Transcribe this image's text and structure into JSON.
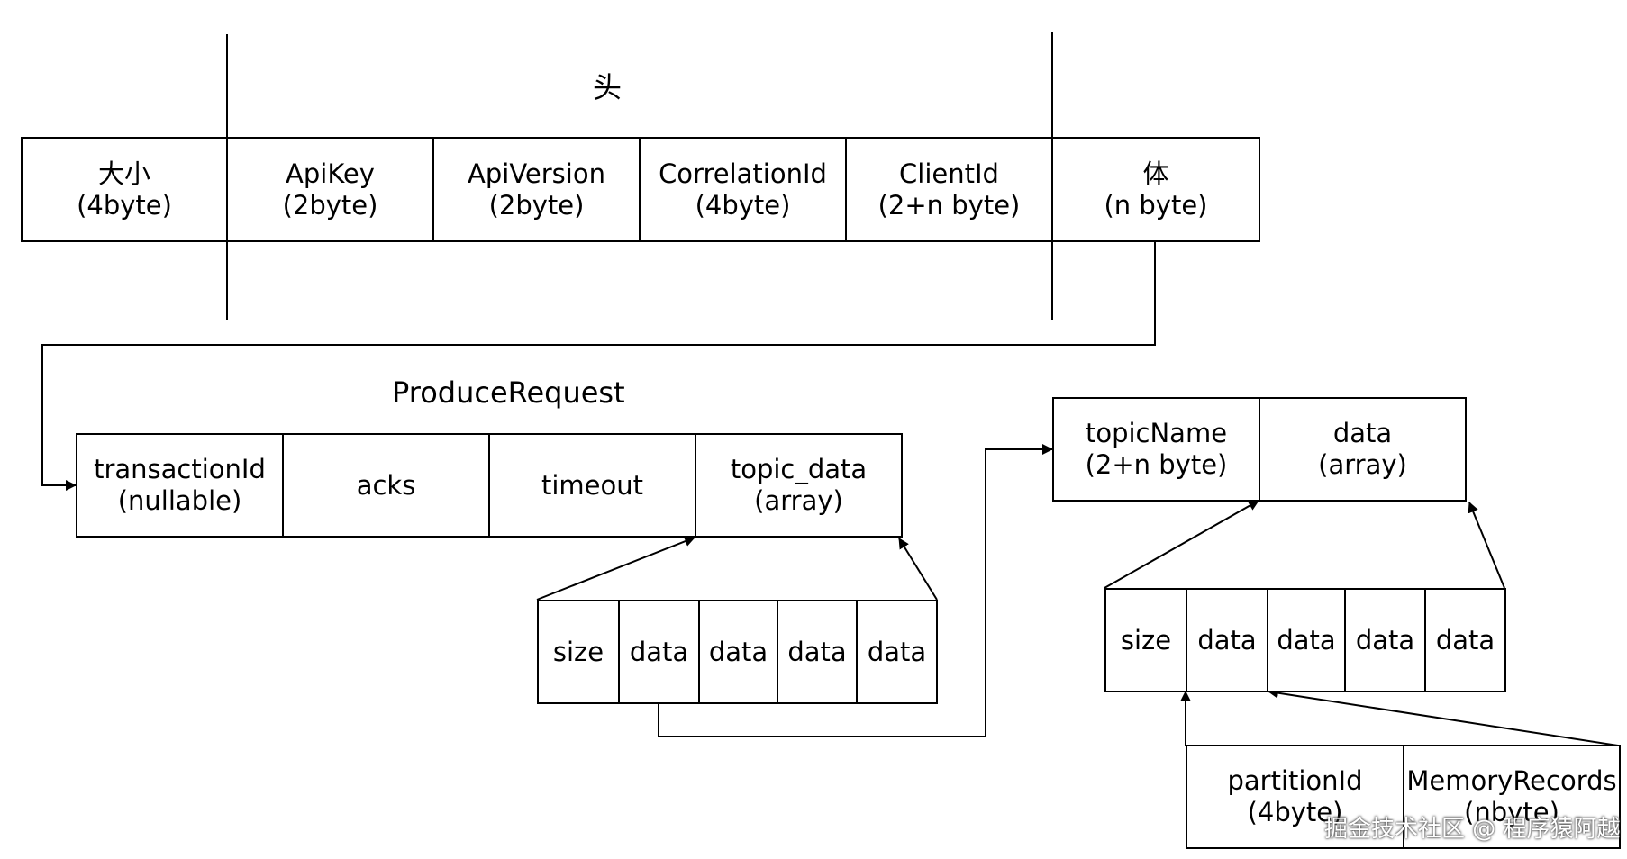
{
  "header": {
    "label": "头",
    "cells": [
      {
        "line1": "大小",
        "line2": "(4byte)"
      },
      {
        "line1": "ApiKey",
        "line2": "(2byte)"
      },
      {
        "line1": "ApiVersion",
        "line2": "(2byte)"
      },
      {
        "line1": "CorrelationId",
        "line2": "(4byte)"
      },
      {
        "line1": "ClientId",
        "line2": "(2+n byte)"
      },
      {
        "line1": "体",
        "line2": "(n byte)"
      }
    ]
  },
  "produce_request": {
    "title": "ProduceRequest",
    "cells": [
      {
        "line1": "transactionId",
        "line2": "(nullable)"
      },
      {
        "line1": "acks",
        "line2": ""
      },
      {
        "line1": "timeout",
        "line2": ""
      },
      {
        "line1": "topic_data",
        "line2": "(array)"
      }
    ]
  },
  "topic_array": [
    "size",
    "data",
    "data",
    "data",
    "data"
  ],
  "topic_entry": {
    "cells": [
      {
        "line1": "topicName",
        "line2": "(2+n byte)"
      },
      {
        "line1": "data",
        "line2": "(array)"
      }
    ]
  },
  "partition_array": [
    "size",
    "data",
    "data",
    "data",
    "data"
  ],
  "partition_entry": {
    "cells": [
      {
        "line1": "partitionId",
        "line2": "(4byte)"
      },
      {
        "line1": "MemoryRecords",
        "line2": "(nbyte)"
      }
    ]
  },
  "watermark": "掘金技术社区 @ 程序猿阿越",
  "colors": {
    "stroke": "#000000",
    "background": "#ffffff"
  }
}
